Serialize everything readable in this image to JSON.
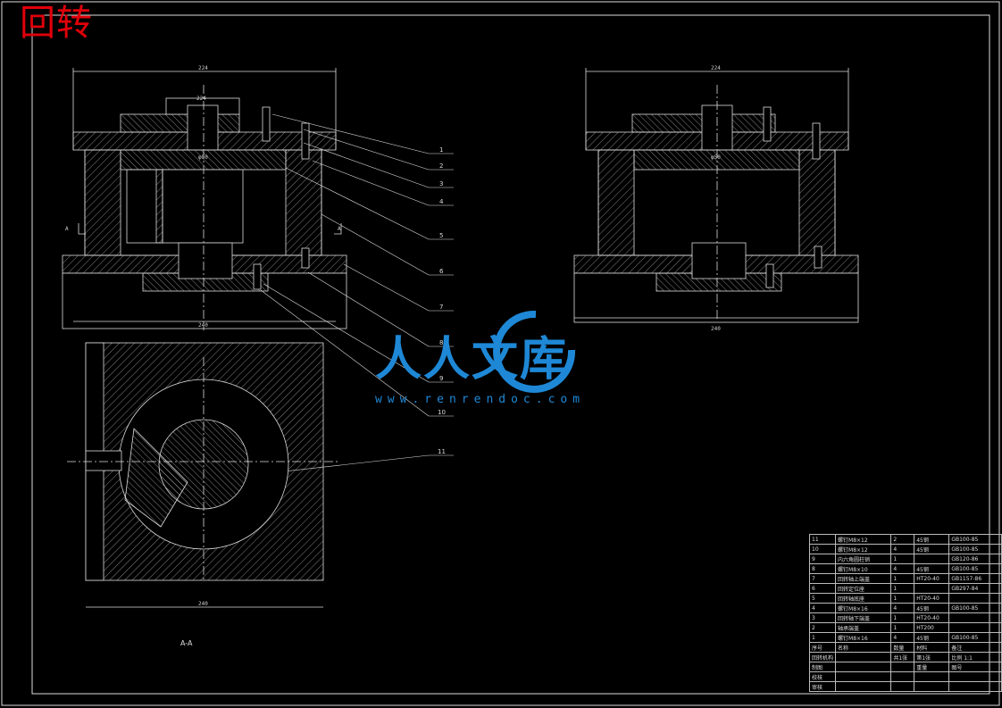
{
  "title": "回转",
  "watermark": {
    "text": "人人文库",
    "url": "www.renrendoc.com"
  },
  "section_label": "A-A",
  "section_marks": [
    "A",
    "A"
  ],
  "callouts": [
    "1",
    "2",
    "3",
    "4",
    "5",
    "6",
    "7",
    "8",
    "9",
    "10",
    "11"
  ],
  "dims": {
    "top_width": "224",
    "bottom_width": "240",
    "right_top_width": "224",
    "right_bottom_width": "240",
    "section_width": "240",
    "bore_left": "φ50",
    "bore_right": "φ50"
  },
  "bom": {
    "rows": [
      [
        "11",
        "螺钉M8×12",
        "2",
        "45钢",
        "GB100-85"
      ],
      [
        "10",
        "螺钉M8×12",
        "4",
        "45钢",
        "GB100-85"
      ],
      [
        "9",
        "内六角圆柱销",
        "1",
        "",
        "GB120-86"
      ],
      [
        "8",
        "螺钉M8×10",
        "4",
        "45钢",
        "GB100-85"
      ],
      [
        "7",
        "回转轴上端盖",
        "1",
        "HT20-40",
        "GB1157-86"
      ],
      [
        "6",
        "回转定位座",
        "1",
        "",
        "GB297-84"
      ],
      [
        "5",
        "回转轴底座",
        "1",
        "HT20-40",
        ""
      ],
      [
        "4",
        "螺钉M8×16",
        "4",
        "45钢",
        "GB100-85"
      ],
      [
        "3",
        "回转轴下端盖",
        "1",
        "HT20-40",
        ""
      ],
      [
        "2",
        "轴承端盖",
        "1",
        "HT200",
        ""
      ],
      [
        "1",
        "螺钉M8×16",
        "4",
        "45钢",
        "GB100-85"
      ]
    ],
    "header": [
      "序号",
      "名称",
      "数量",
      "材料",
      "备注"
    ],
    "assembly_name": "回转机构",
    "scale_label": "比例",
    "scale_value": "1:1",
    "sheet_label": "共1张",
    "sheet_no": "第1张",
    "drawn": "制图",
    "checked": "校核",
    "approved": "审核",
    "weight": "重量",
    "drawing_no": "图号"
  }
}
